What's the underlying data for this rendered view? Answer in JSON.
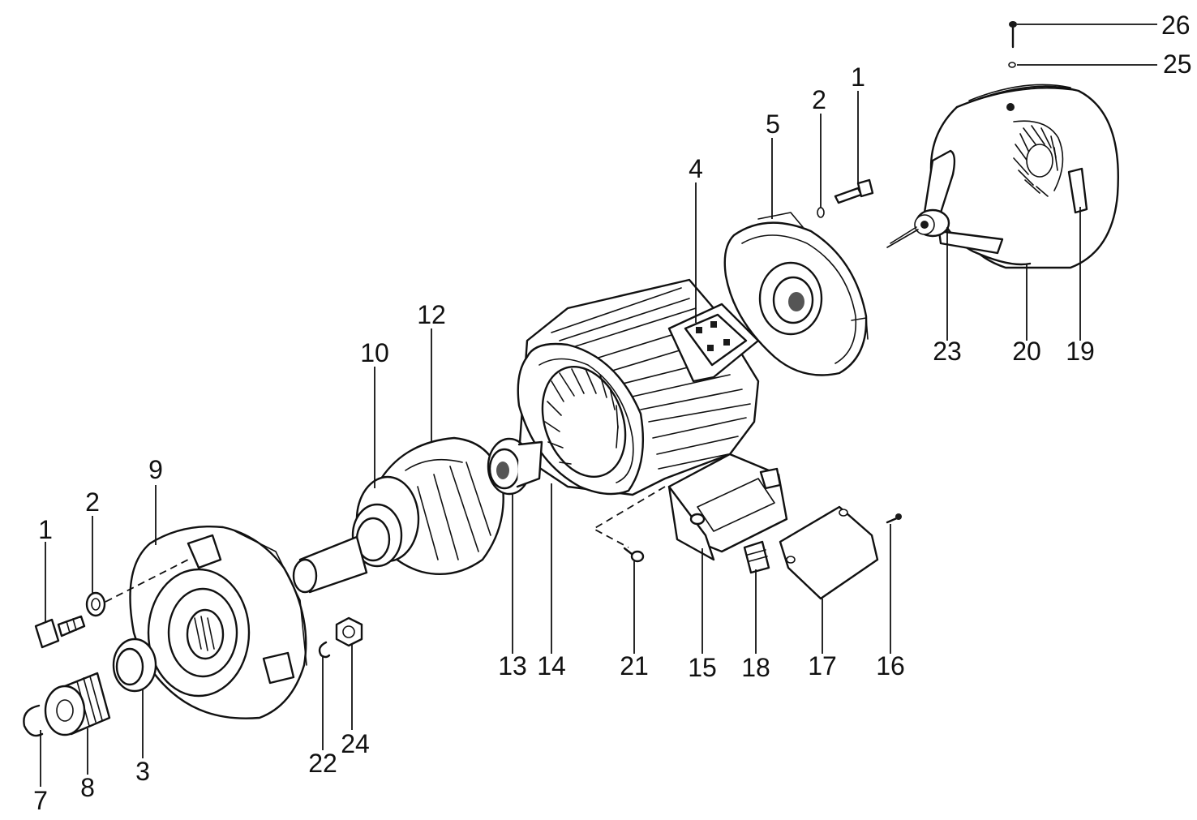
{
  "labels": {
    "l1a": "1",
    "l2a": "2",
    "l5": "5",
    "l4": "4",
    "l26": "26",
    "l25": "25",
    "l12": "12",
    "l10": "10",
    "l23": "23",
    "l20": "20",
    "l19": "19",
    "l9": "9",
    "l2b": "2",
    "l1b": "1",
    "l13": "13",
    "l14": "14",
    "l21": "21",
    "l15": "15",
    "l18": "18",
    "l17": "17",
    "l16": "16",
    "l7": "7",
    "l8": "8",
    "l3": "3",
    "l22": "22",
    "l24": "24"
  }
}
